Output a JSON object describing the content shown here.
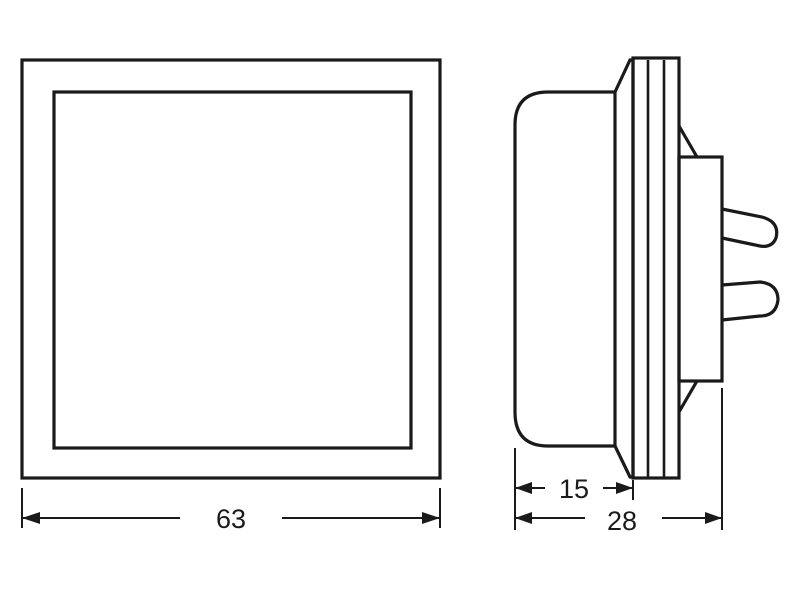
{
  "dimensions": {
    "width_front": "63",
    "depth_body": "15",
    "depth_total": "28"
  },
  "colors": {
    "line": "#1a1a1a",
    "background": "#ffffff"
  }
}
